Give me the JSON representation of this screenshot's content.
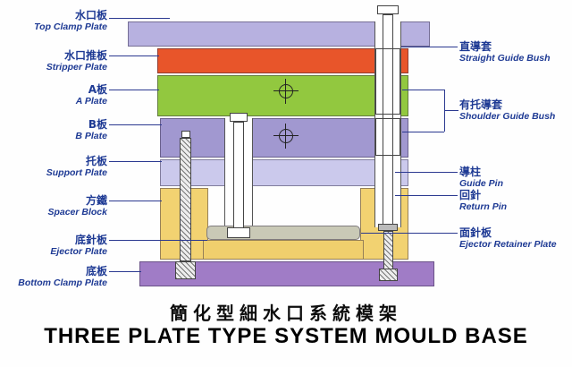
{
  "titles": {
    "zh": "簡化型細水口系統模架",
    "en": "THREE PLATE TYPE SYSTEM MOULD BASE"
  },
  "labels": {
    "left": [
      {
        "zh": "水口板",
        "en": "Top Clamp Plate"
      },
      {
        "zh": "水口推板",
        "en": "Stripper Plate"
      },
      {
        "zh": "A板",
        "en": "A Plate"
      },
      {
        "zh": "B板",
        "en": "B Plate"
      },
      {
        "zh": "托板",
        "en": "Support Plate"
      },
      {
        "zh": "方鐵",
        "en": "Spacer Block"
      },
      {
        "zh": "底針板",
        "en": "Ejector Plate"
      },
      {
        "zh": "底板",
        "en": "Bottom Clamp Plate"
      }
    ],
    "right": [
      {
        "zh": "直導套",
        "en": "Straight Guide Bush"
      },
      {
        "zh": "有托導套",
        "en": "Shoulder Guide Bush"
      },
      {
        "zh": "導柱",
        "en": "Guide Pin"
      },
      {
        "zh": "回針",
        "en": "Return Pin"
      },
      {
        "zh": "面針板",
        "en": "Ejector Retainer Plate"
      }
    ]
  },
  "colors": {
    "top_clamp_plate": "#b7b1e0",
    "stripper_plate": "#e8552a",
    "a_plate": "#92c83f",
    "b_plate": "#a198d0",
    "support_plate": "#cbc9ec",
    "spacer_block": "#f2d271",
    "ejector_retainer_plate": "#c9c9b6",
    "ejector_plate": "#f0cf6d",
    "bottom_clamp_plate": "#a07cc6",
    "label_text": "#1e3a94",
    "leader_line": "#2b3990"
  }
}
